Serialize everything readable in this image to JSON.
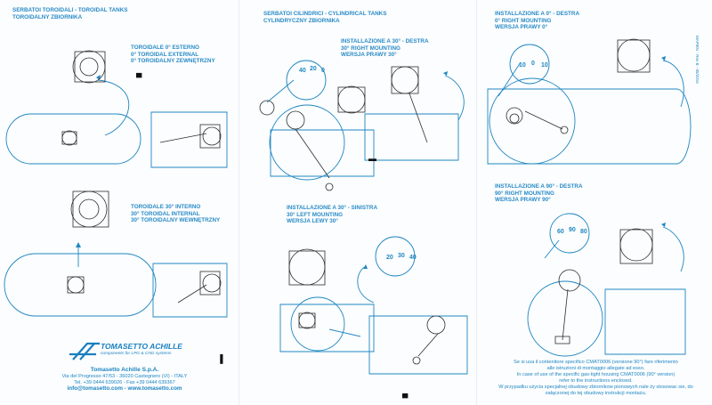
{
  "col1": {
    "header": [
      "SERBATOI TOROIDALI - TOROIDAL TANKS",
      "TOROIDALNY ZBIORNIKA"
    ],
    "toroidal0": [
      "TOROIDALE 0° ESTERNO",
      "0° TOROIDAL EXTERNAL",
      "0° TOROIDALNY ZEWNĘTRZNY"
    ],
    "toroidal30": [
      "TOROIDALE 30° INTERNO",
      "30° TOROIDAL INTERNAL",
      "30° TOROIDALNY WEWNĘTRZNY"
    ]
  },
  "col2": {
    "header": [
      "SERBATOI CILINDRICI - CYLINDRICAL TANKS",
      "CYLINDRYCZNY ZBIORNIKA"
    ],
    "right30": [
      "INSTALLAZIONE A 30° - DESTRA",
      "30° RIGHT MOUNTING",
      "WERSJA PRAWY 30°"
    ],
    "left30": [
      "INSTALLAZIONE A 30° - SINISTRA",
      "30° LEFT MOUNTING",
      "WERSJA LEWY 30°"
    ],
    "dial_right": [
      "40",
      "20",
      "0"
    ],
    "dial_left": [
      "20",
      "30",
      "40"
    ]
  },
  "col3": {
    "right0": [
      "INSTALLAZIONE A 0° - DESTRA",
      "0° RIGHT MOUNTING",
      "WERSJA PRAWY 0°"
    ],
    "right90": [
      "INSTALLAZIONE A 90° - DESTRA",
      "90° RIGHT MOUNTING",
      "WERSJA PRAWY 90°"
    ],
    "dial_0": [
      "10",
      "0",
      "10"
    ],
    "dial_90": [
      "60",
      "90",
      "80"
    ],
    "doc_code": "MAP001 - Rev B - 05/2016"
  },
  "footer": {
    "logo_name": "TOMASETTO ACHILLE",
    "logo_tagline": "components for LPG & CNG systems",
    "company": "Tomasetto Achille S.p.A.",
    "address": "Via del Progresso 47/53 - 36020 Castegnero (VI) - ITALY",
    "phone": "Tel. +39 0444 639026 - Fax +39 0444 639367",
    "web": "info@tomasetto.com - www.tomasetto.com"
  },
  "note": [
    "Se si usa il contenitore specifico CMAT0006 (versione 90°) fare riferimento",
    "alle istruzioni di montaggio allegate ad esso.",
    "In case of use of the specific gas-tight housing CMAT0006 (90° version)",
    "refer to the instructions enclosed.",
    "W przypadku użycia specjalnej obudowy zbiornikow pionowych nale ży stosowac sie, do",
    "załączonej do tej obudowy instrukcji montażu."
  ],
  "colors": {
    "line": "#1f86c2",
    "drawing": "#2e2e2e"
  }
}
